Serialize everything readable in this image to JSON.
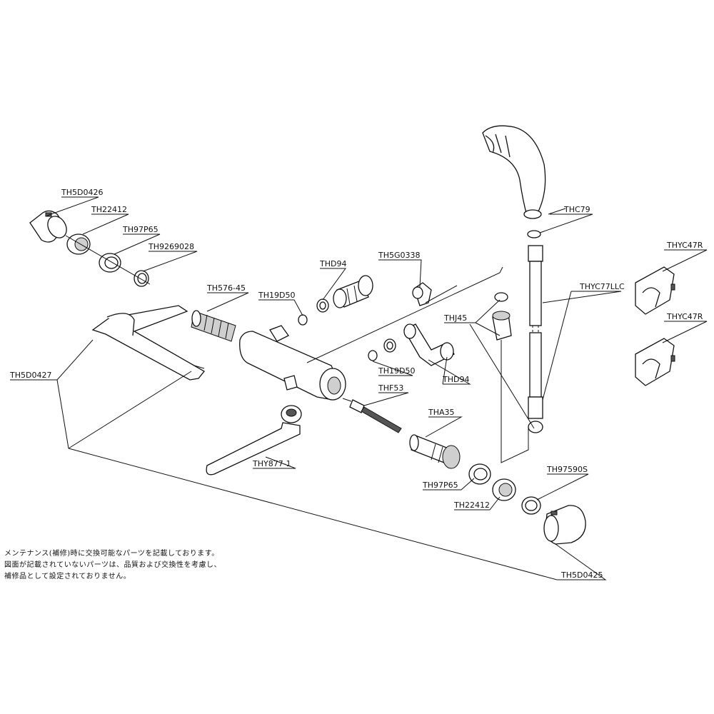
{
  "labels": {
    "th5d0426": "TH5D0426",
    "th22412_left": "TH22412",
    "th97p65_left": "TH97P65",
    "th9269028": "TH9269028",
    "th576_45": "TH576-45",
    "th19d50_top": "TH19D50",
    "thd94_top": "THD94",
    "th5g0338": "TH5G0338",
    "thc79": "THC79",
    "thyc77llc": "THYC77LLC",
    "thyc47r_top": "THYC47R",
    "thyc47r_bottom": "THYC47R",
    "thj45": "THJ45",
    "th5d0427": "TH5D0427",
    "th19d50_mid": "TH19D50",
    "thd94_mid": "THD94",
    "thf53": "THF53",
    "tha35": "THA35",
    "thy877_1": "THY877-1",
    "th97p65_bottom": "TH97P65",
    "th97590s": "TH97590S",
    "th22412_bottom": "TH22412",
    "th5d0425": "TH5D0425"
  },
  "note": {
    "line1": "メンテナンス(補修)時に交換可能なパーツを記載しております。",
    "line2": "図面が記載されていないパーツは、品質および交換性を考慮し、",
    "line3": "補修品として設定されておりません。"
  }
}
